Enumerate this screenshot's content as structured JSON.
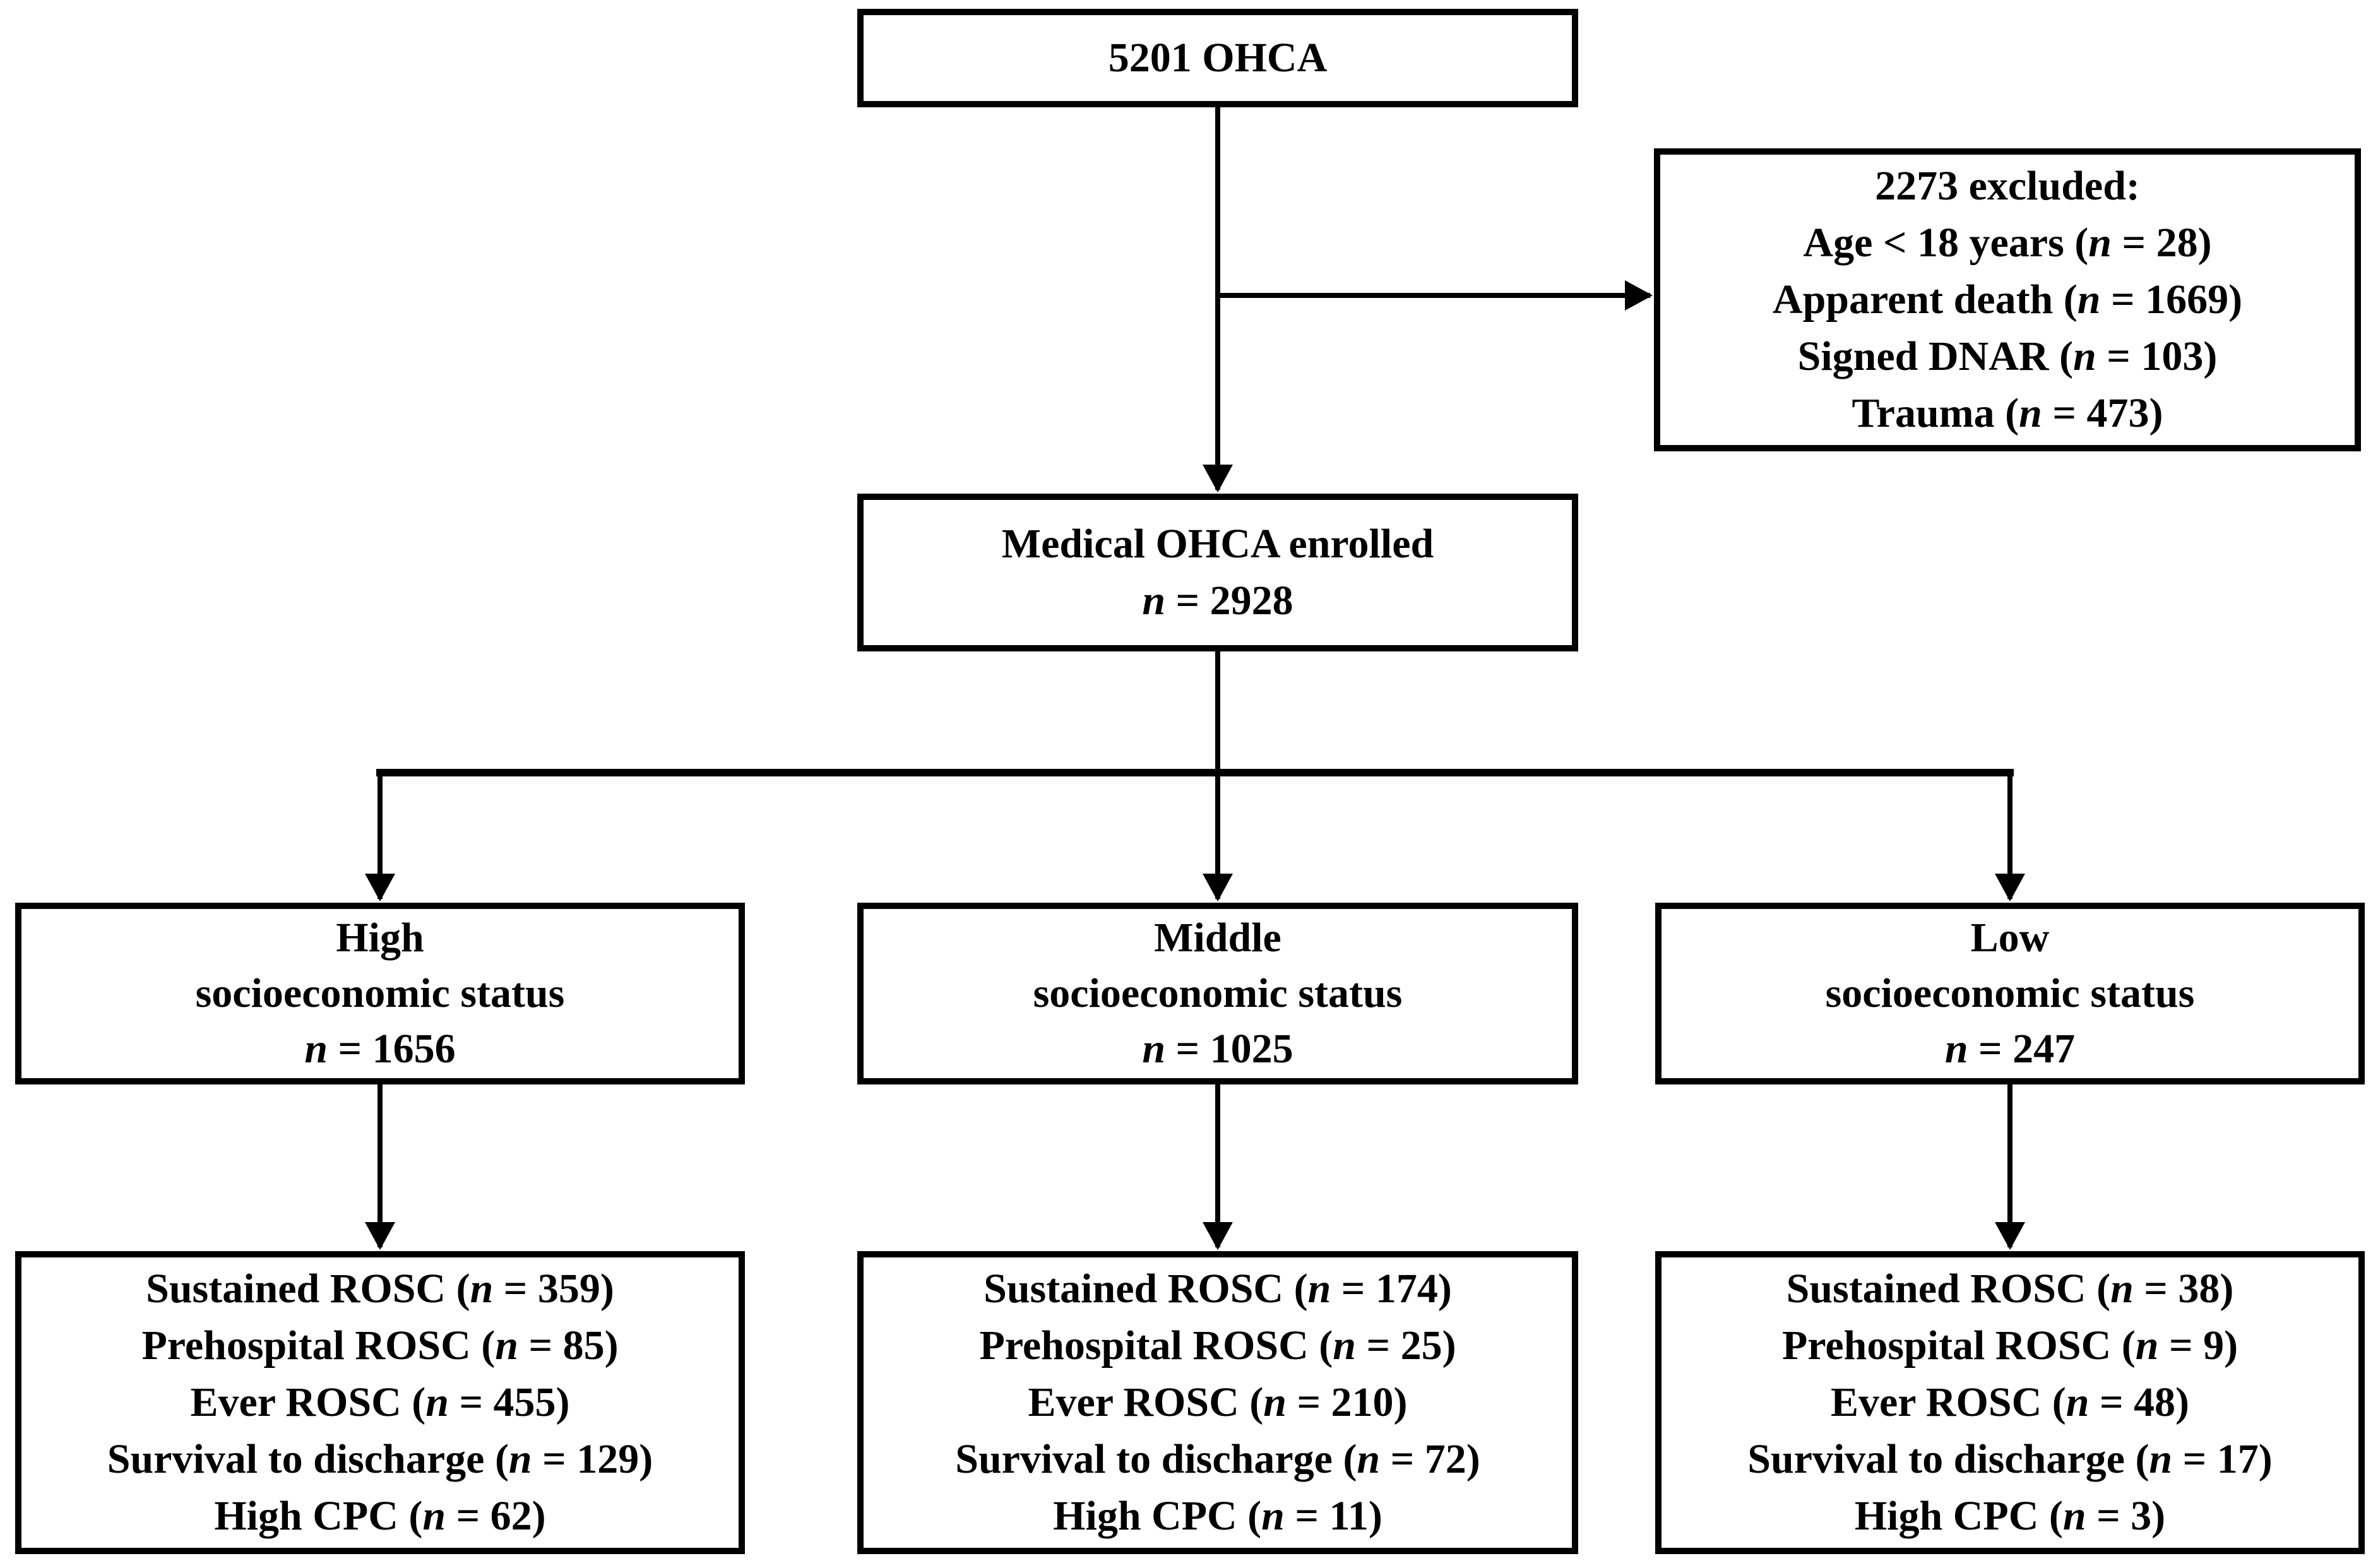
{
  "diagram": {
    "top_box": {
      "label": "5201 OHCA"
    },
    "excluded_box": {
      "lines": [
        "2273 excluded:",
        "Age < 18 years (n = 28)",
        "Apparent death (n = 1669)",
        "Signed DNAR (n = 103)",
        "Trauma (n = 473)"
      ]
    },
    "enrolled_box": {
      "lines": [
        "Medical OHCA enrolled",
        "n = 2928"
      ]
    },
    "groups": [
      {
        "id": "high",
        "box_lines": [
          "High",
          "socioeconomic status",
          "n = 1656"
        ],
        "outcomes": [
          "Sustained ROSC (n = 359)",
          "Prehospital ROSC (n = 85)",
          "Ever ROSC (n = 455)",
          "Survival to discharge (n = 129)",
          "High CPC (n = 62)"
        ]
      },
      {
        "id": "middle",
        "box_lines": [
          "Middle",
          "socioeconomic status",
          "n = 1025"
        ],
        "outcomes": [
          "Sustained ROSC (n = 174)",
          "Prehospital ROSC (n = 25)",
          "Ever ROSC (n = 210)",
          "Survival to discharge (n = 72)",
          "High CPC (n = 11)"
        ]
      },
      {
        "id": "low",
        "box_lines": [
          "Low",
          "socioeconomic status",
          "n = 247"
        ],
        "outcomes": [
          "Sustained ROSC (n = 38)",
          "Prehospital ROSC (n = 9)",
          "Ever ROSC (n = 48)",
          "Survival to discharge (n = 17)",
          "High CPC (n = 3)"
        ]
      }
    ],
    "colors": {
      "line": "#000000",
      "box_border": "#000000",
      "box_background": "#ffffff",
      "page_background": "#ffffff",
      "text": "#000000"
    }
  }
}
